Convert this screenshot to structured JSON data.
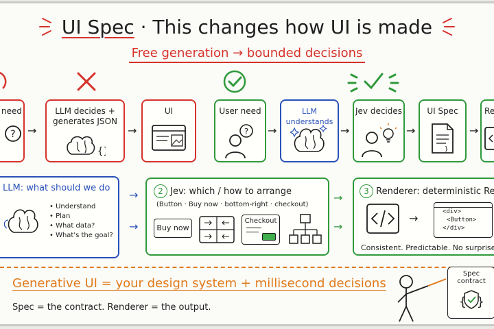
{
  "title": {
    "ui_spec": "UI Spec",
    "rest": "This changes how UI is made"
  },
  "subtitle": "Free generation → bounded decisions",
  "top_row": {
    "left_flow": [
      {
        "label": "need"
      },
      {
        "label": "LLM decides +\ngenerates JSON"
      },
      {
        "label": "UI"
      }
    ],
    "right_flow": [
      {
        "label": "User need"
      },
      {
        "label": "LLM understands"
      },
      {
        "label": "Jev decides"
      },
      {
        "label": "UI Spec"
      },
      {
        "label": "Re"
      }
    ]
  },
  "panels": {
    "llm": {
      "header": "LLM: what should we do",
      "bullets": [
        "Understand",
        "Plan",
        "What data?",
        "What's the goal?"
      ]
    },
    "jev": {
      "num": "2",
      "header": "Jev: which / how to arrange",
      "sub": "(Button · Buy now · bottom-right · checkout)",
      "buy_now": "Buy now",
      "checkout": "Checkout"
    },
    "renderer": {
      "num": "3",
      "header": "Renderer: deterministic React/H",
      "code_lines": [
        "<div>",
        "<Button>",
        "</div>"
      ],
      "tagline": "Consistent. Predictable. No surprises."
    }
  },
  "bottom": {
    "headline": "Generative UI = your design system + millisecond decisions",
    "tagline": "Spec = the contract. Renderer = the output.",
    "note": "Spec\ncontract"
  },
  "colors": {
    "red": "#d6332b",
    "green": "#2f9a3a",
    "blue": "#2952b8",
    "orange": "#e07a1a"
  }
}
